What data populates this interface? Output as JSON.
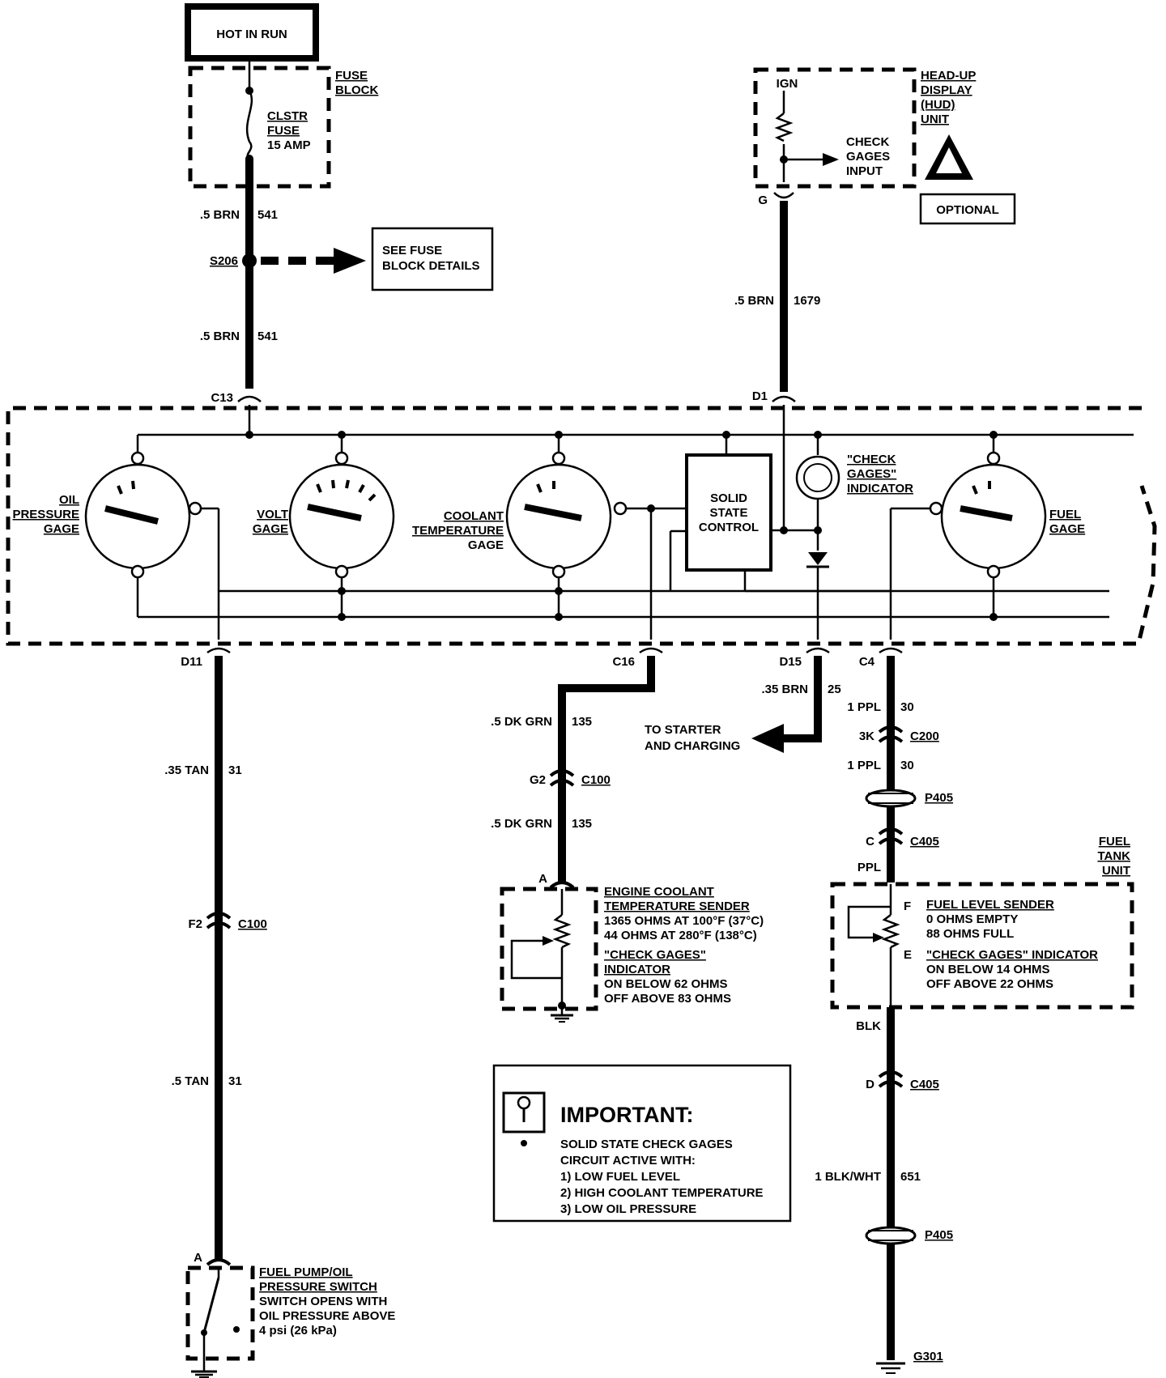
{
  "labels": {
    "hot_in_run": "HOT IN RUN",
    "fuse_block": [
      "FUSE",
      "BLOCK"
    ],
    "fuse": [
      "CLSTR",
      "FUSE",
      "15 AMP"
    ],
    "w541_top": ".5 BRN",
    "w541_num": "541",
    "splice": "S206",
    "see_fuse": [
      "SEE FUSE",
      "BLOCK DETAILS"
    ],
    "c13": "C13",
    "hud_ign": "IGN",
    "hud_input": [
      "CHECK",
      "GAGES",
      "INPUT"
    ],
    "hud_title": [
      "HEAD-UP",
      "DISPLAY",
      "(HUD)",
      "UNIT"
    ],
    "optional": "OPTIONAL",
    "g_pin": "G",
    "w1679": ".5 BRN",
    "w1679_num": "1679",
    "d1": "D1",
    "oil_gage": [
      "OIL",
      "PRESSURE",
      "GAGE"
    ],
    "volt_gage": [
      "VOLT",
      "GAGE"
    ],
    "coolant_gage": [
      "COOLANT",
      "TEMPERATURE",
      "GAGE"
    ],
    "solid_state": [
      "SOLID",
      "STATE",
      "CONTROL"
    ],
    "check_gages_ind": [
      "\"CHECK",
      "GAGES\"",
      "INDICATOR"
    ],
    "fuel_gage": [
      "FUEL",
      "GAGE"
    ],
    "d11": "D11",
    "c16": "C16",
    "d15": "D15",
    "c4": "C4",
    "w25": ".35 BRN",
    "w25_num": "25",
    "starter": [
      "TO STARTER",
      "AND CHARGING"
    ],
    "w30a": "1 PPL",
    "w30_num": "30",
    "c200_pin": "3K",
    "c200": "C200",
    "w30b": "1 PPL",
    "p405": "P405",
    "c405_c": "C",
    "c405": "C405",
    "ppl": "PPL",
    "fuel_tank": [
      "FUEL",
      "TANK",
      "UNIT"
    ],
    "fuel_f": "F",
    "fuel_e": "E",
    "fuel_sender": [
      "FUEL LEVEL SENDER",
      "0 OHMS EMPTY",
      "88 OHMS FULL"
    ],
    "fuel_check": [
      "\"CHECK GAGES\" INDICATOR",
      "ON BELOW 14 OHMS",
      "OFF ABOVE 22 OHMS"
    ],
    "blk": "BLK",
    "c405_d": "D",
    "w651": "1 BLK/WHT",
    "w651_num": "651",
    "g301": "G301",
    "w135a": ".5 DK GRN",
    "w135_num": "135",
    "g2": "G2",
    "c100": "C100",
    "w135b": ".5 DK GRN",
    "ect_a": "A",
    "ect": [
      "ENGINE COOLANT",
      "TEMPERATURE SENDER",
      "1365 OHMS AT 100°F (37°C)",
      "44 OHMS AT 280°F (138°C)",
      "\"CHECK GAGES\"",
      "INDICATOR",
      "ON BELOW 62 OHMS",
      "OFF ABOVE 83 OHMS"
    ],
    "w31a": ".35 TAN",
    "w31_num": "31",
    "f2": "F2",
    "w31b": ".5 TAN",
    "switch_a": "A",
    "switch": [
      "FUEL PUMP/OIL",
      "PRESSURE SWITCH",
      "SWITCH OPENS WITH",
      "OIL PRESSURE ABOVE",
      "4 psi (26 kPa)"
    ],
    "important_title": "IMPORTANT:",
    "important": [
      "SOLID STATE CHECK GAGES",
      "CIRCUIT ACTIVE WITH:",
      "1)   LOW FUEL LEVEL",
      "2)   HIGH COOLANT TEMPERATURE",
      "3)   LOW OIL PRESSURE"
    ]
  }
}
